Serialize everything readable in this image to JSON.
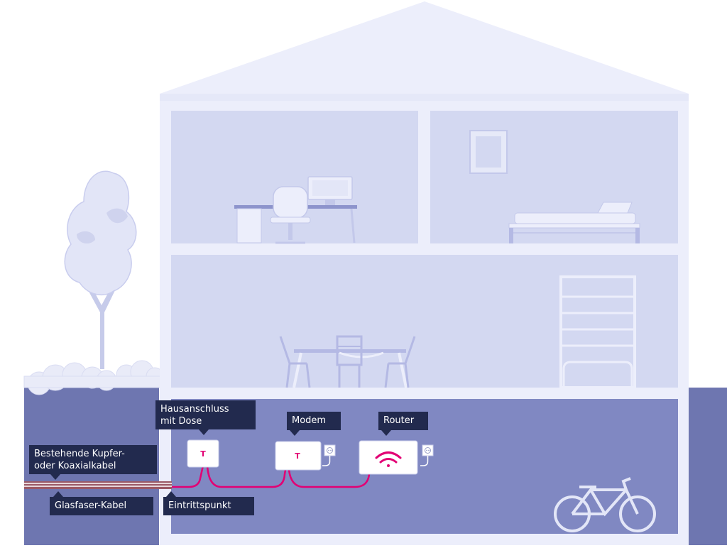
{
  "labels": {
    "hausanschluss": {
      "line1": "Hausanschluss",
      "line2": "mit Dose"
    },
    "modem": "Modem",
    "router": "Router",
    "bestehende": {
      "line1": "Bestehende Kupfer-",
      "line2": "oder Koaxialkabel"
    },
    "glasfaser": "Glasfaser-Kabel",
    "eintrittspunkt": "Eintrittspunkt"
  },
  "colors": {
    "sky": "#ffffff",
    "house_wall": "#eceefb",
    "room_fill": "#d3d8f1",
    "basement_fill": "#8088c2",
    "ground_fill": "#6e76b0",
    "furniture": "#b4b9e4",
    "label_bg": "#222a4e",
    "label_text": "#ffffff",
    "brand_magenta": "#e20074",
    "device_fill": "#ffffff"
  },
  "icons": {
    "telekom_logo": "T",
    "router_symbol": "wifi-icon",
    "socket_symbol": "power-socket-icon"
  }
}
